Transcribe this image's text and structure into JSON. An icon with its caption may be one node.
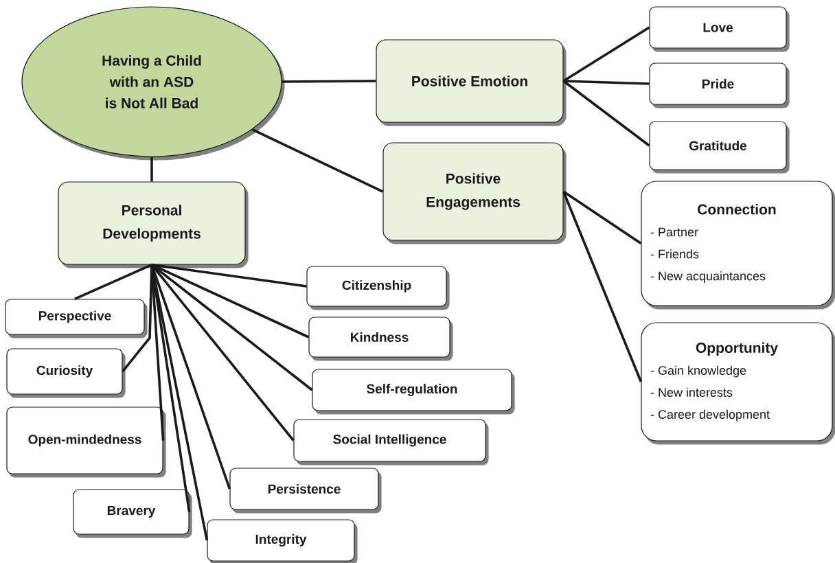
{
  "diagram": {
    "nodes": [
      {
        "text": [
          "Having a Child with an ASD is Not All Bad"
        ]
      },
      {
        "text": [
          "Positive Emotion"
        ]
      },
      {
        "text": [
          "Positive Engagements"
        ]
      },
      {
        "text": [
          "Love"
        ]
      },
      {
        "text": [
          "Pride"
        ]
      },
      {
        "text": [
          "Gratitude"
        ]
      },
      {
        "text": [
          "Connection",
          "- Partner",
          "- Friends",
          "- New acquaintances"
        ]
      },
      {
        "text": [
          "Opportunity",
          "- Gain knowledge",
          "- New interests",
          "- Career development"
        ]
      },
      {
        "text": [
          "Personal Developments"
        ]
      },
      {
        "text": [
          "Citizenship"
        ]
      },
      {
        "text": [
          "Perspective"
        ]
      },
      {
        "text": [
          "Kindness"
        ]
      },
      {
        "text": [
          "Curiosity"
        ]
      },
      {
        "text": [
          "Self-regulation"
        ]
      },
      {
        "text": [
          "Open-mindedness"
        ]
      },
      {
        "text": [
          "Social Intelligence"
        ]
      },
      {
        "text": [
          "Persistence"
        ]
      },
      {
        "text": [
          "Bravery"
        ]
      },
      {
        "text": [
          "Integrity"
        ]
      }
    ],
    "edges": [
      {
        "from": 0,
        "to": 1,
        "arrow": "none"
      },
      {
        "from": 0,
        "to": 2,
        "arrow": "none"
      },
      {
        "from": 0,
        "to": 8,
        "arrow": "none"
      },
      {
        "from": 1,
        "to": 3,
        "arrow": "none"
      },
      {
        "from": 1,
        "to": 4,
        "arrow": "none"
      },
      {
        "from": 1,
        "to": 5,
        "arrow": "none"
      },
      {
        "from": 2,
        "to": 6,
        "arrow": "none"
      },
      {
        "from": 2,
        "to": 7,
        "arrow": "none"
      },
      {
        "from": 8,
        "to": 9,
        "arrow": "none"
      },
      {
        "from": 8,
        "to": 10,
        "arrow": "none"
      },
      {
        "from": 8,
        "to": 11,
        "arrow": "none"
      },
      {
        "from": 8,
        "to": 12,
        "arrow": "none"
      },
      {
        "from": 8,
        "to": 13,
        "arrow": "none"
      },
      {
        "from": 8,
        "to": 14,
        "arrow": "none"
      },
      {
        "from": 8,
        "to": 15,
        "arrow": "none"
      },
      {
        "from": 8,
        "to": 16,
        "arrow": "none"
      },
      {
        "from": 8,
        "to": 17,
        "arrow": "none"
      },
      {
        "from": 8,
        "to": 18,
        "arrow": "none"
      }
    ]
  }
}
